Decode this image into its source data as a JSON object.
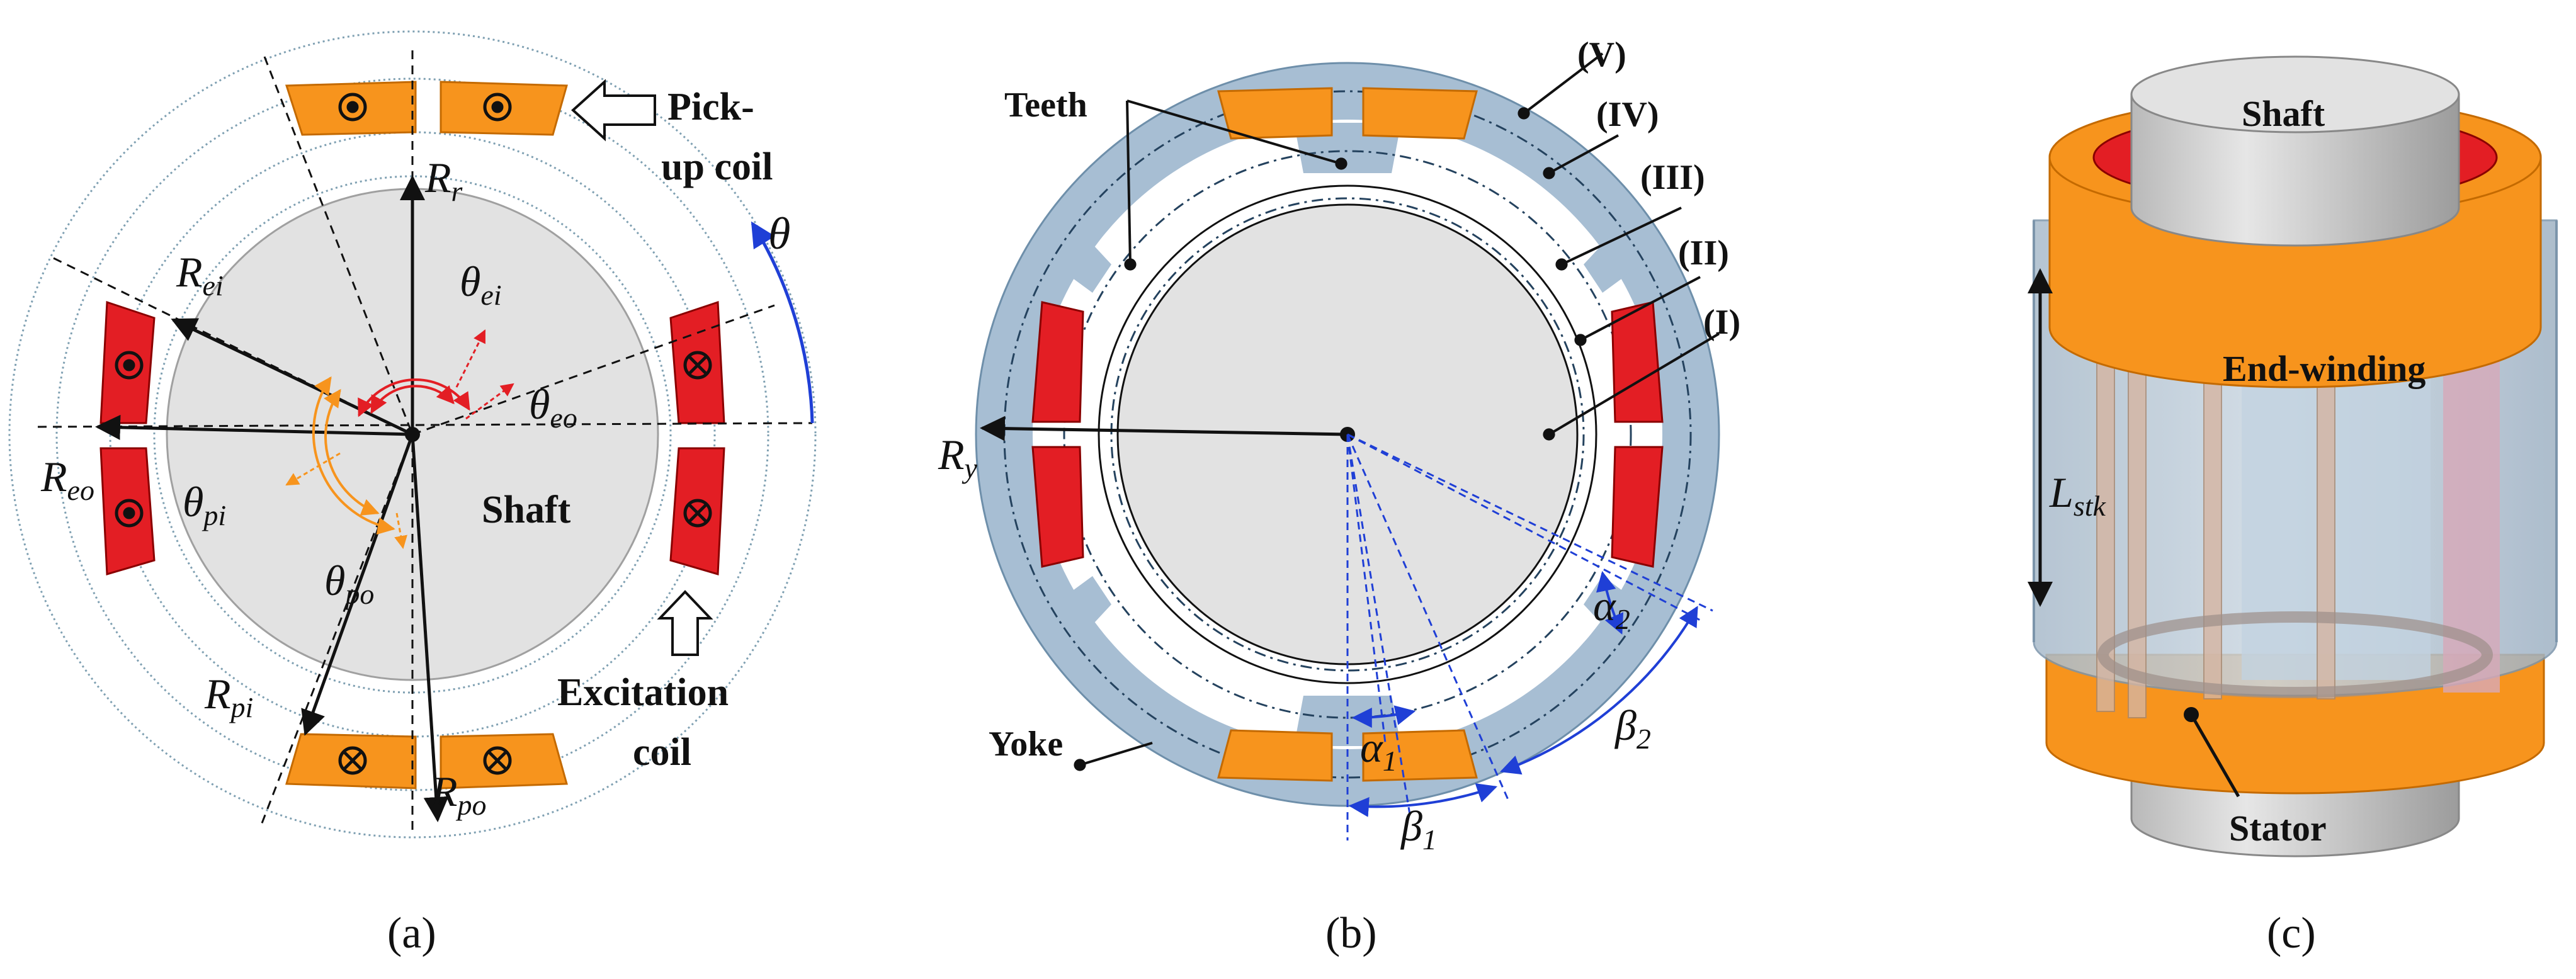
{
  "panel_a": {
    "caption": "(a)",
    "pickup_label_1": "Pick-",
    "pickup_label_2": "up coil",
    "excitation_label_1": "Excitation",
    "excitation_label_2": "coil",
    "shaft_label": "Shaft",
    "theta": "θ",
    "R_r": "R",
    "R_r_sub": "r",
    "R_ei": "R",
    "R_ei_sub": "ei",
    "R_eo": "R",
    "R_eo_sub": "eo",
    "R_pi": "R",
    "R_pi_sub": "pi",
    "R_po": "R",
    "R_po_sub": "po",
    "theta_ei": "θ",
    "theta_ei_sub": "ei",
    "theta_eo": "θ",
    "theta_eo_sub": "eo",
    "theta_pi": "θ",
    "theta_pi_sub": "pi",
    "theta_po": "θ",
    "theta_po_sub": "po"
  },
  "panel_b": {
    "caption": "(b)",
    "teeth_label": "Teeth",
    "yoke_label": "Yoke",
    "region_V": "(V)",
    "region_IV": "(IV)",
    "region_III": "(III)",
    "region_II": "(II)",
    "region_I": "(I)",
    "R_y": "R",
    "R_y_sub": "y",
    "alpha_1": "α",
    "alpha_1_sub": "1",
    "alpha_2": "α",
    "alpha_2_sub": "2",
    "beta_1": "β",
    "beta_1_sub": "1",
    "beta_2": "β",
    "beta_2_sub": "2"
  },
  "panel_c": {
    "caption": "(c)",
    "shaft_label": "Shaft",
    "endwinding_label": "End-winding",
    "stator_label": "Stator",
    "L_stk": "L",
    "L_stk_sub": "stk"
  },
  "colors": {
    "orange_coil": "#F7941D",
    "red_coil": "#E31E24",
    "steel_blue": "#A7BED3",
    "shaft_grey": "#E2E2E2",
    "dashed_blue": "#1F3FD6",
    "arc_orange": "#F7941D",
    "arc_red": "#E31E24"
  }
}
